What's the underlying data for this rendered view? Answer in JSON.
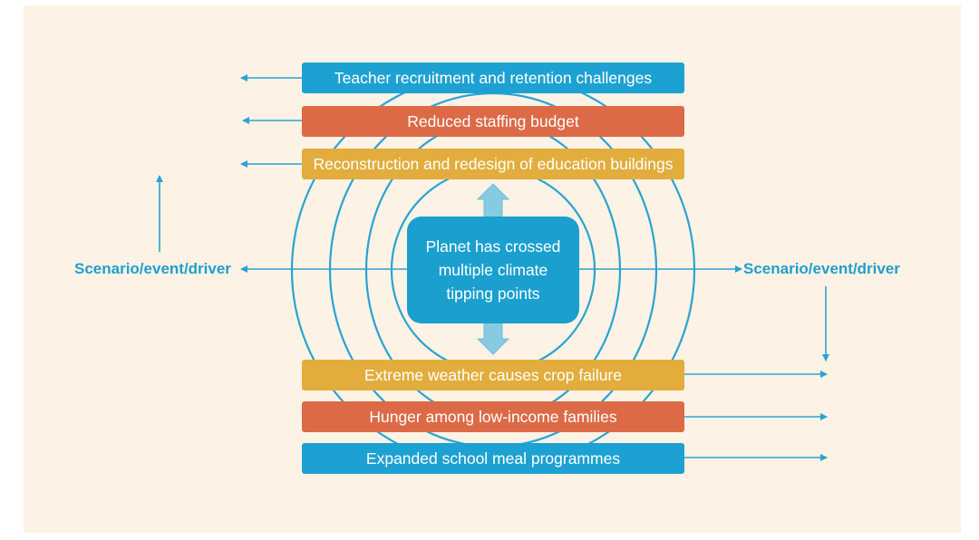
{
  "colors": {
    "background": "#fcf2e5",
    "blue": "#1da1d2",
    "orange": "#dc6a47",
    "gold": "#e2ad3c",
    "center": "#1a9fcf",
    "arrow_fill": "#86cbe1",
    "line": "#2aa3d3",
    "label": "#1f9fcd"
  },
  "center": {
    "text": "Planet has crossed multiple climate tipping points"
  },
  "side_labels": {
    "left": "Scenario/event/driver",
    "right": "Scenario/event/driver"
  },
  "impacts_top": [
    {
      "label": "Teacher recruitment and retention challenges",
      "color": "#1da1d2"
    },
    {
      "label": "Reduced staffing budget",
      "color": "#dc6a47"
    },
    {
      "label": "Reconstruction and redesign of education buildings",
      "color": "#e2ad3c"
    }
  ],
  "impacts_bottom": [
    {
      "label": "Extreme weather causes crop failure",
      "color": "#e2ad3c"
    },
    {
      "label": "Hunger among low-income families",
      "color": "#dc6a47"
    },
    {
      "label": "Expanded school meal programmes",
      "color": "#1da1d2"
    }
  ]
}
